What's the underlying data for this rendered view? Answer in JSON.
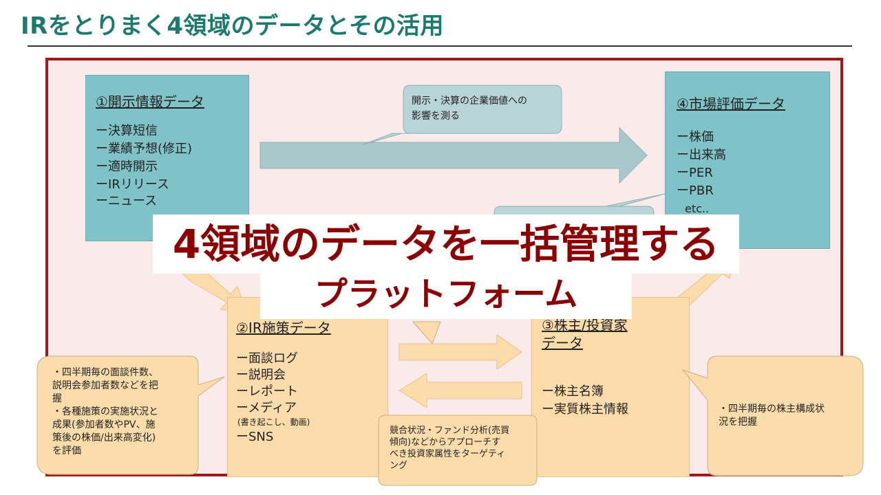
{
  "title": "IRをとりまく4領域のデータとその活用",
  "box1": {
    "heading": "①開示情報データ",
    "items": [
      "ー決算短信",
      "ー業績予想(修正)",
      "ー適時開示",
      "ーIRリリース",
      "ーニュース"
    ]
  },
  "box4": {
    "heading": "④市場評価データ",
    "items": [
      "ー株価",
      "ー出来高",
      "ーPER",
      "ーPBR"
    ],
    "etc": "etc.."
  },
  "box2": {
    "heading": "②IR施策データ",
    "items": [
      "ー面談ログ",
      "ー説明会",
      "ーレポート",
      "ーメディア"
    ],
    "note": "(書き起こし、動画)",
    "last": "ーSNS"
  },
  "box3": {
    "heading1": "③株主/投資家",
    "heading2": "データ",
    "items": [
      "ー株主名簿",
      "ー実質株主情報"
    ]
  },
  "callouts": {
    "top_line1": "開示・決算の企業価値への",
    "top_line2": "影響を測る",
    "left_lines": [
      "・四半期毎の面談件数、",
      "説明会参加者数などを把",
      "握",
      "・各種施策の実施状況と",
      "成果(参加者数やPV、施",
      "策後の株価/出来高変化)",
      "を評価"
    ],
    "right_lines": [
      "・四半期毎の株主構成状",
      "況を把握"
    ],
    "bottom_lines": [
      "競合状況・ファンド分析(売買",
      "傾向)などからアプローチす",
      "べき投資家属性をターゲティ",
      "ング"
    ]
  },
  "overlay": {
    "line1": "4領域のデータを一括管理する",
    "line2": "プラットフォーム"
  },
  "colors": {
    "title": "#1a7a6e",
    "frame": "#a0171c",
    "teal_box": "#7fc3c9",
    "peach_box": "#fbdcaa",
    "overlay_text": "#8b0000"
  }
}
